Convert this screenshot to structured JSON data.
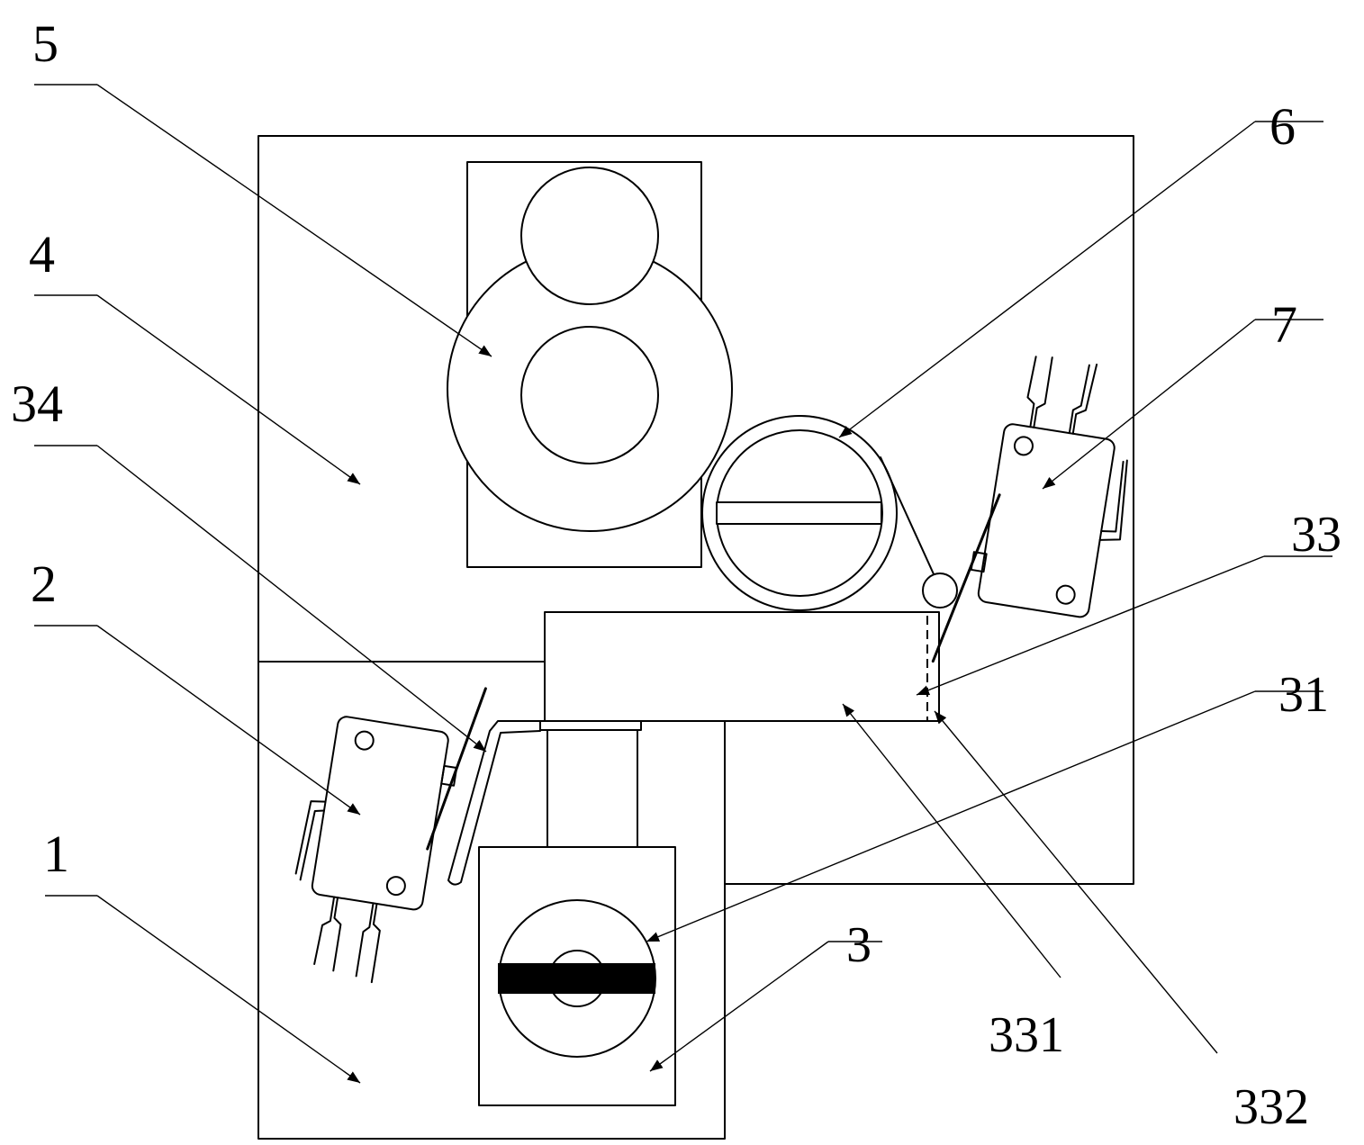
{
  "callouts": [
    {
      "id": "c5",
      "label": "5"
    },
    {
      "id": "c4",
      "label": "4"
    },
    {
      "id": "c34",
      "label": "34"
    },
    {
      "id": "c2",
      "label": "2"
    },
    {
      "id": "c1",
      "label": "1"
    },
    {
      "id": "c6",
      "label": "6"
    },
    {
      "id": "c7",
      "label": "7"
    },
    {
      "id": "c33",
      "label": "33"
    },
    {
      "id": "c31",
      "label": "31"
    },
    {
      "id": "c3",
      "label": "3"
    },
    {
      "id": "c331",
      "label": "331"
    },
    {
      "id": "c332",
      "label": "332"
    }
  ],
  "colors": {
    "ink": "#000000",
    "paper": "#ffffff"
  }
}
